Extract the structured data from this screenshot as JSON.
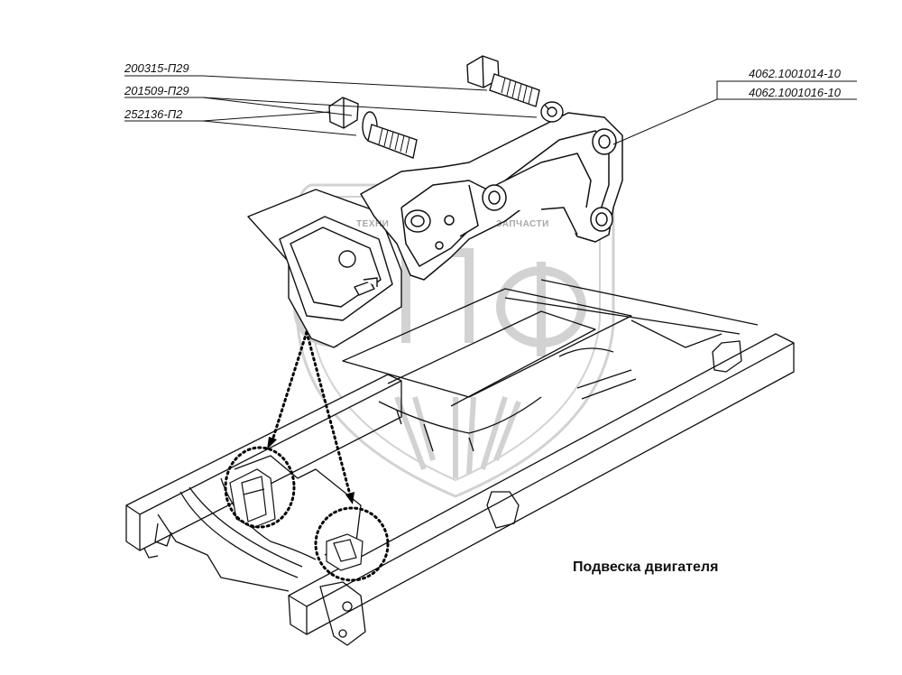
{
  "callouts": {
    "bolt_large": "200315-П29",
    "bolt_flange": "201509-П29",
    "washer": "252136-П2",
    "bracket_a": "4062.1001014-10",
    "bracket_b": "4062.1001016-10"
  },
  "caption": "Подвеска двигателя",
  "watermark": {
    "left_word": "ТЕХНИ",
    "right_word": "ЗАПЧАСТИ",
    "logo": "ЭПФ"
  },
  "colors": {
    "ink": "#111111",
    "watermark": "#9a9a9a",
    "dots": "#000000"
  }
}
